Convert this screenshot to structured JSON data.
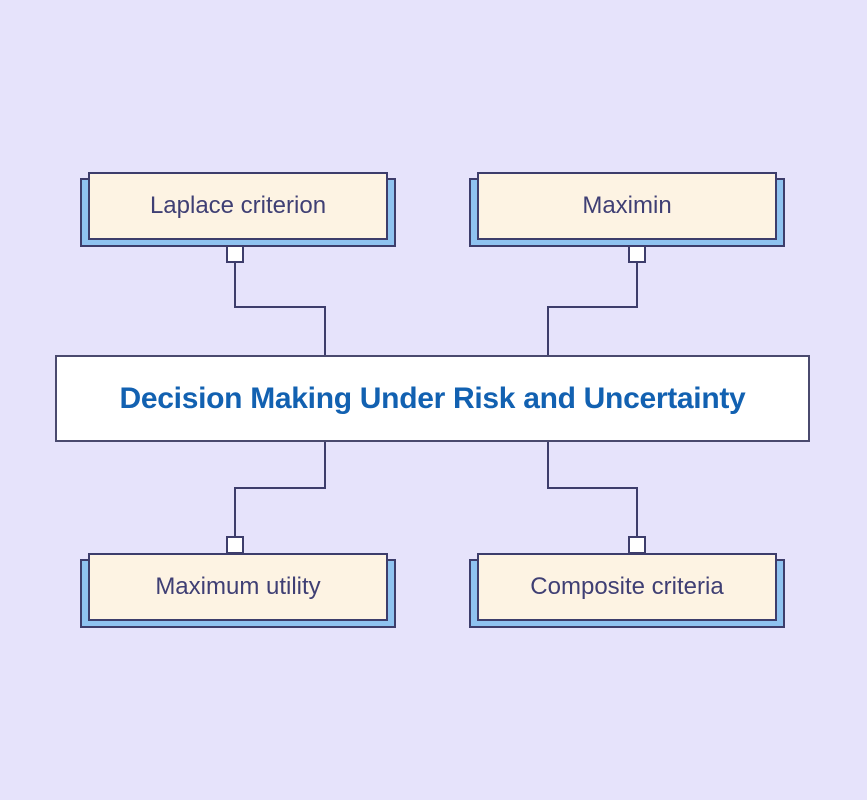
{
  "diagram": {
    "type": "mindmap",
    "center": {
      "label": "Decision Making Under Risk and Uncertainty"
    },
    "nodes": [
      {
        "id": "laplace-criterion",
        "label": "Laplace criterion",
        "position": "top-left"
      },
      {
        "id": "maximin",
        "label": "Maximin",
        "position": "top-right"
      },
      {
        "id": "maximum-utility",
        "label": "Maximum utility",
        "position": "bottom-left"
      },
      {
        "id": "composite-criteria",
        "label": "Composite criteria",
        "position": "bottom-right"
      }
    ],
    "colors": {
      "background": "#e6e3fb",
      "node_fill": "#fdf3e3",
      "node_border": "#3d3d6b",
      "node_shadow": "#8fc3f0",
      "node_text": "#3f3f74",
      "center_fill": "#ffffff",
      "center_border": "#4a4a6e",
      "center_text": "#1261b1",
      "connector": "#3d3d6b"
    }
  }
}
